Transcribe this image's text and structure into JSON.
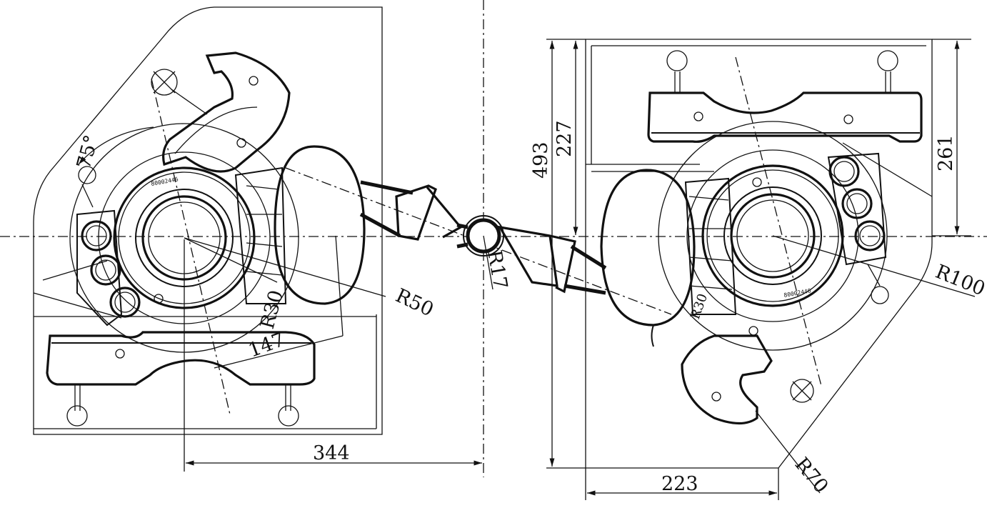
{
  "dimensions": {
    "dist_344": "344",
    "dist_223": "223",
    "height_493": "493",
    "height_227": "227",
    "height_261": "261",
    "angle_75": "75°"
  },
  "radii": {
    "r50": "R50",
    "r30": "R30",
    "r17": "R17",
    "r100": "R100",
    "r70": "R70",
    "r147": "147",
    "r30_right": "R30"
  },
  "labels": {
    "part_left": "80002446",
    "part_right": "80002446"
  }
}
